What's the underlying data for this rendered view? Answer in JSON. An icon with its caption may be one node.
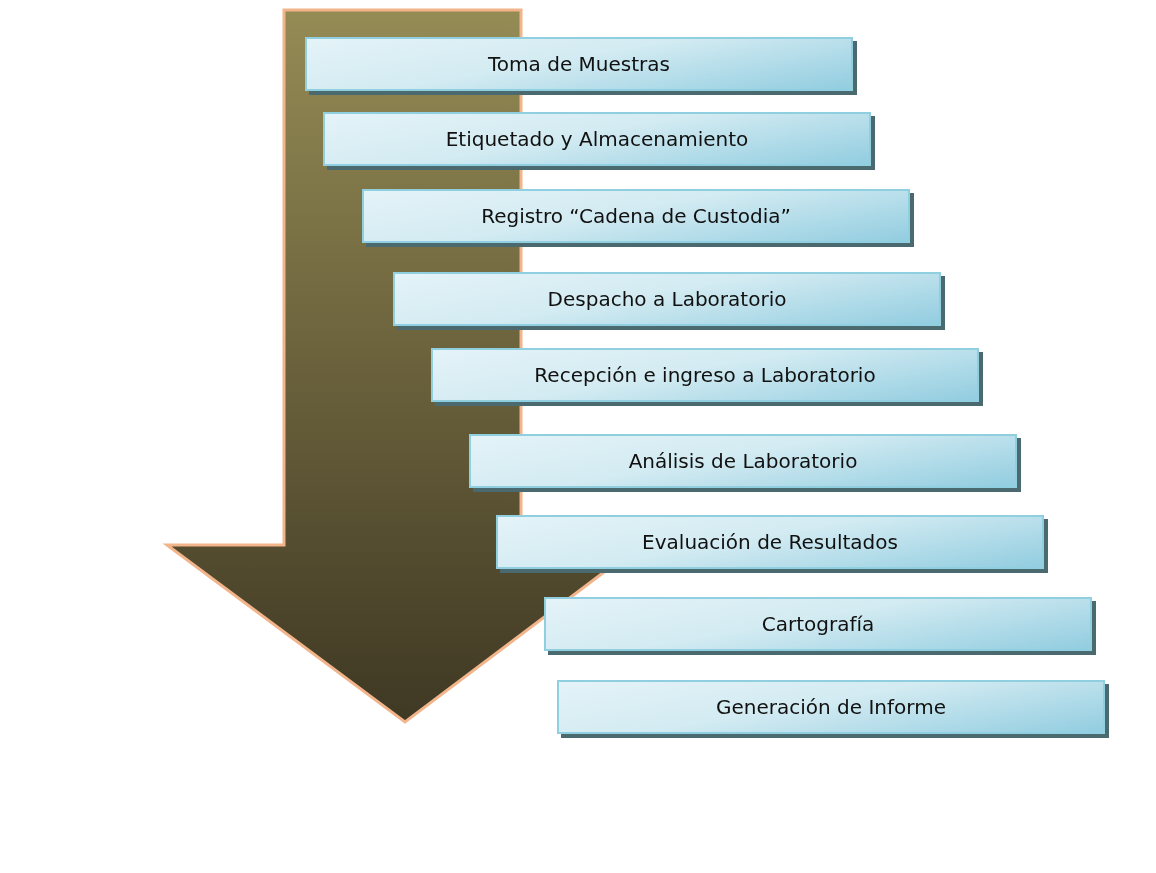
{
  "diagram": {
    "nodes": [
      {
        "text": [
          "Toma de Muestras"
        ]
      },
      {
        "text": [
          "Etiquetado y Almacenamiento"
        ]
      },
      {
        "text": [
          "Registro “Cadena de Custodia”"
        ]
      },
      {
        "text": [
          "Despacho a Laboratorio"
        ]
      },
      {
        "text": [
          "Recepción e ingreso a Laboratorio"
        ]
      },
      {
        "text": [
          "Análisis de Laboratorio"
        ]
      },
      {
        "text": [
          "Evaluación de Resultados"
        ]
      },
      {
        "text": [
          "Cartografía"
        ]
      },
      {
        "text": [
          "Generación de Informe"
        ]
      }
    ]
  }
}
